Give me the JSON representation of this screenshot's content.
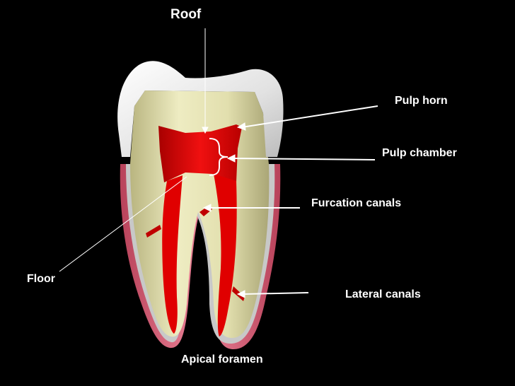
{
  "labels": {
    "roof": "Roof",
    "pulp_horn": "Pulp horn",
    "pulp_chamber": "Pulp chamber",
    "furcation_canals": "Furcation canals",
    "floor": "Floor",
    "lateral_canals": "Lateral canals",
    "apical_foramen": "Apical foramen"
  },
  "colors": {
    "background": "#000000",
    "enamel": "#e9e9e9",
    "dentin": "#dfdca8",
    "gum": "#e0667c",
    "pulp": "#e40000",
    "leader": "#ffffff",
    "text": "#ffffff"
  }
}
